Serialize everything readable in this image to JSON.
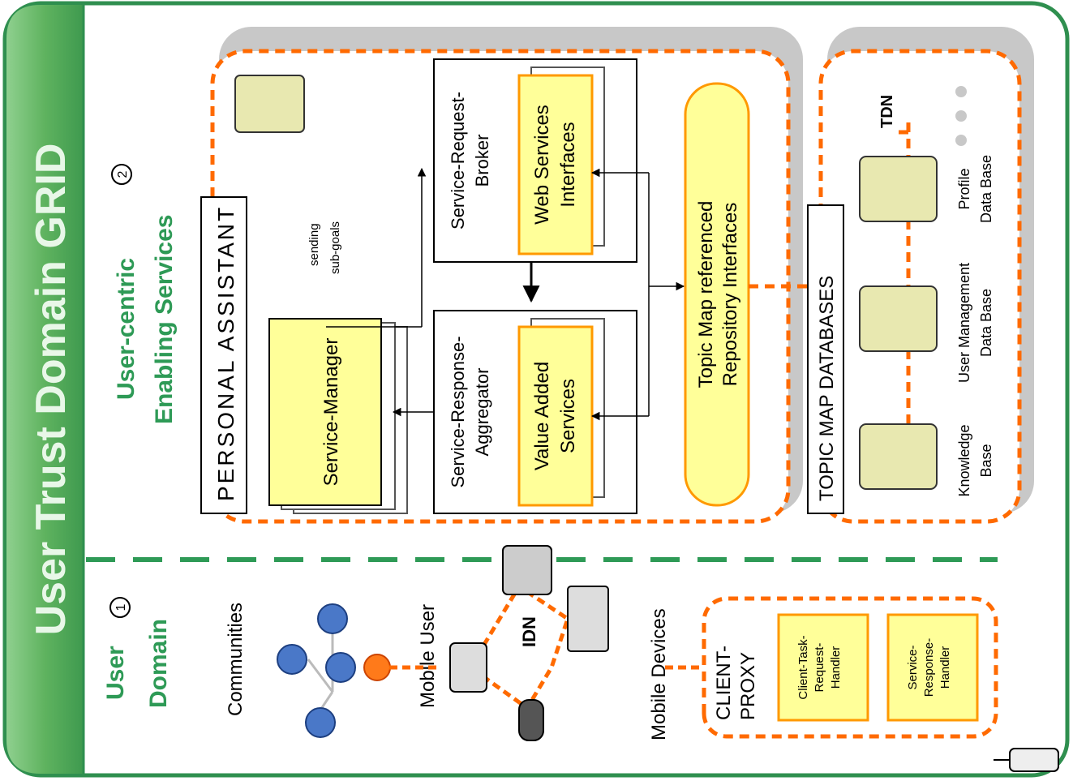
{
  "banner": {
    "title": "User Trust Domain GRID"
  },
  "user_domain": {
    "label_line1": "User",
    "label_line2": "Domain",
    "number": "1",
    "communities": "Communities",
    "mobile_user": "Mobile User",
    "idn": "IDN",
    "mobile_devices": "Mobile Devices"
  },
  "client_proxy": {
    "title_line1": "CLIENT-",
    "title_line2": "PROXY",
    "task_handler": [
      "Client-Task-",
      "Request-",
      "Handler"
    ],
    "response_handler": [
      "Service-",
      "Response-",
      "Handler"
    ]
  },
  "enabling": {
    "label_line1": "User-centric",
    "label_line2": "Enabling Services",
    "number": "2"
  },
  "personal_assistant": {
    "title": "PERSONAL ASSISTANT",
    "service_manager": "Service-Manager",
    "sending_subgoals": [
      "sending",
      "sub-goals"
    ],
    "broker_title": [
      "Service-Request-",
      "Broker"
    ],
    "web_services": [
      "Web Services",
      "Interfaces"
    ],
    "aggregator_title": [
      "Service-Response-",
      "Aggregator"
    ],
    "value_added": [
      "Value Added",
      "Services"
    ],
    "repository": [
      "Topic Map referenced",
      "Repository Interfaces"
    ]
  },
  "databases": {
    "title": "TOPIC MAP DATABASES",
    "tdn": "TDN",
    "knowledge": [
      "Knowledge",
      "Base"
    ],
    "user_management": [
      "User Management",
      "Data Base"
    ],
    "profile": [
      "Profile",
      "Data Base"
    ]
  },
  "colors": {
    "green_band": "#5fb35f",
    "green_text": "#2e9a56",
    "orange_dash": "#ff6a00",
    "yellow_box": "#ffff99",
    "box_border": "#1a1a1a",
    "people_blue": "#4a78c8"
  }
}
